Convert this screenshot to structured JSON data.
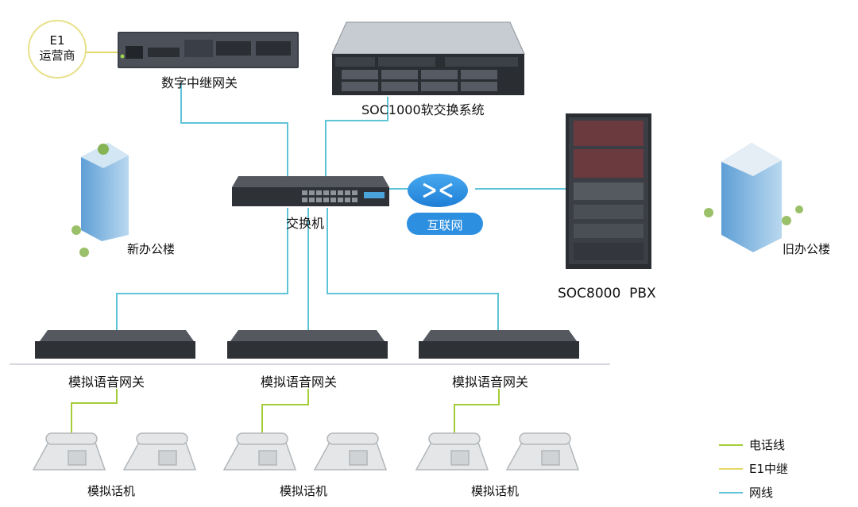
{
  "nodes": {
    "e1_carrier": "E1\n运营商",
    "digital_gateway": "数字中继网关",
    "soc1000": "SOC1000软交换系统",
    "switch": "交换机",
    "internet": "互联网",
    "new_building": "新办公楼",
    "old_building": "旧办公楼",
    "soc8000": "SOC8000  PBX",
    "analog_gateway_1": "模拟语音网关",
    "analog_gateway_2": "模拟语音网关",
    "analog_gateway_3": "模拟语音网关",
    "phones_1": "模拟话机",
    "phones_2": "模拟话机",
    "phones_3": "模拟话机"
  },
  "legend": [
    {
      "label": "电话线",
      "color": "#a4cd39"
    },
    {
      "label": "E1中继",
      "color": "#e5d86a"
    },
    {
      "label": "网线",
      "color": "#5fc4d8"
    }
  ],
  "colors": {
    "network": "#5fc4d8",
    "phone": "#a4cd39",
    "e1": "#e5d86a",
    "internet_blue": "#2d8fe0"
  }
}
